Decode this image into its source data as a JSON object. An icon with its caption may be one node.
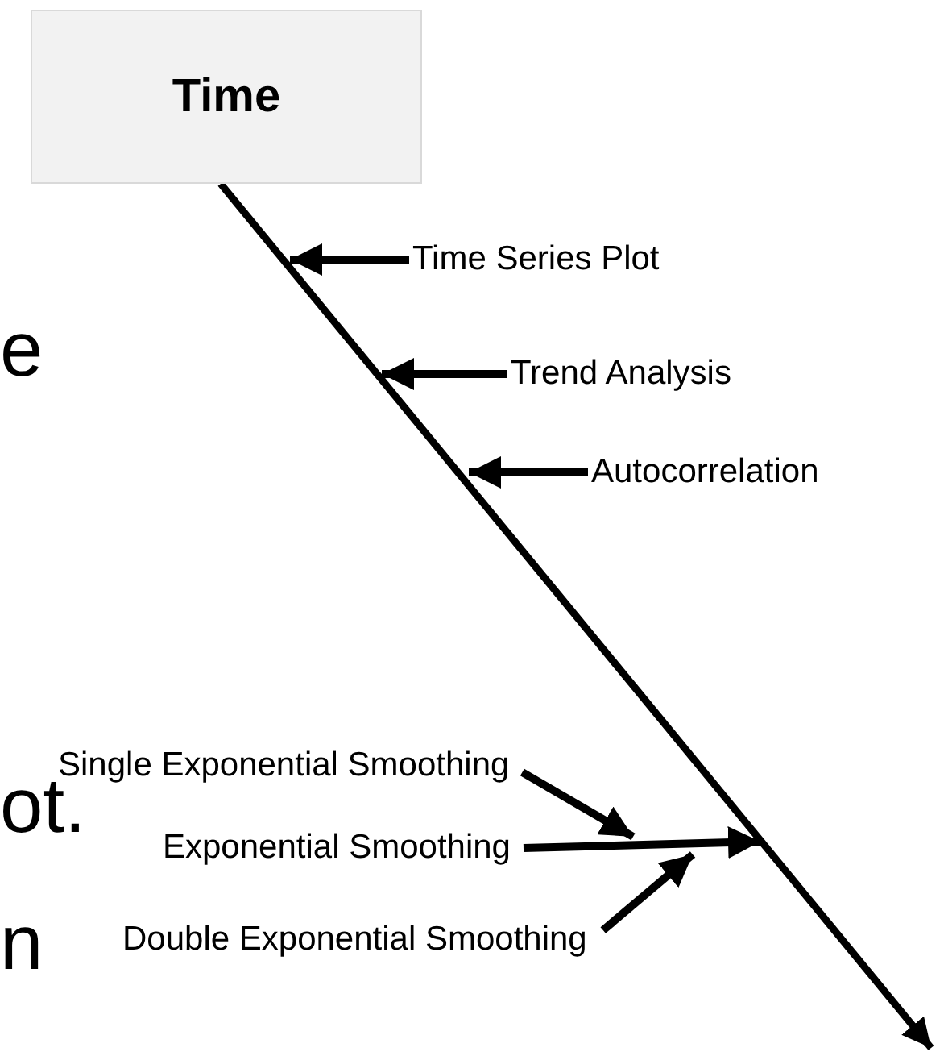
{
  "diagram": {
    "nodes": [
      {
        "text": [
          "Time"
        ]
      },
      {
        "text": [
          "Time Series Plot"
        ]
      },
      {
        "text": [
          "Trend Analysis"
        ]
      },
      {
        "text": [
          "Autocorrelation"
        ]
      },
      {
        "text": [
          "Single Exponential Smoothing"
        ]
      },
      {
        "text": [
          "Exponential Smoothing"
        ]
      },
      {
        "text": [
          "Double Exponential Smoothing"
        ]
      }
    ],
    "edges": [
      {
        "from": 0,
        "to": null,
        "arrow": "to"
      },
      {
        "from": 1,
        "to": null,
        "arrow": "to"
      },
      {
        "from": 2,
        "to": null,
        "arrow": "to"
      },
      {
        "from": 3,
        "to": null,
        "arrow": "to"
      },
      {
        "from": 4,
        "to": null,
        "arrow": "to"
      },
      {
        "from": 5,
        "to": null,
        "arrow": "to"
      },
      {
        "from": 6,
        "to": null,
        "arrow": "to"
      }
    ],
    "labels": [
      "e",
      "ot.",
      "n"
    ]
  }
}
